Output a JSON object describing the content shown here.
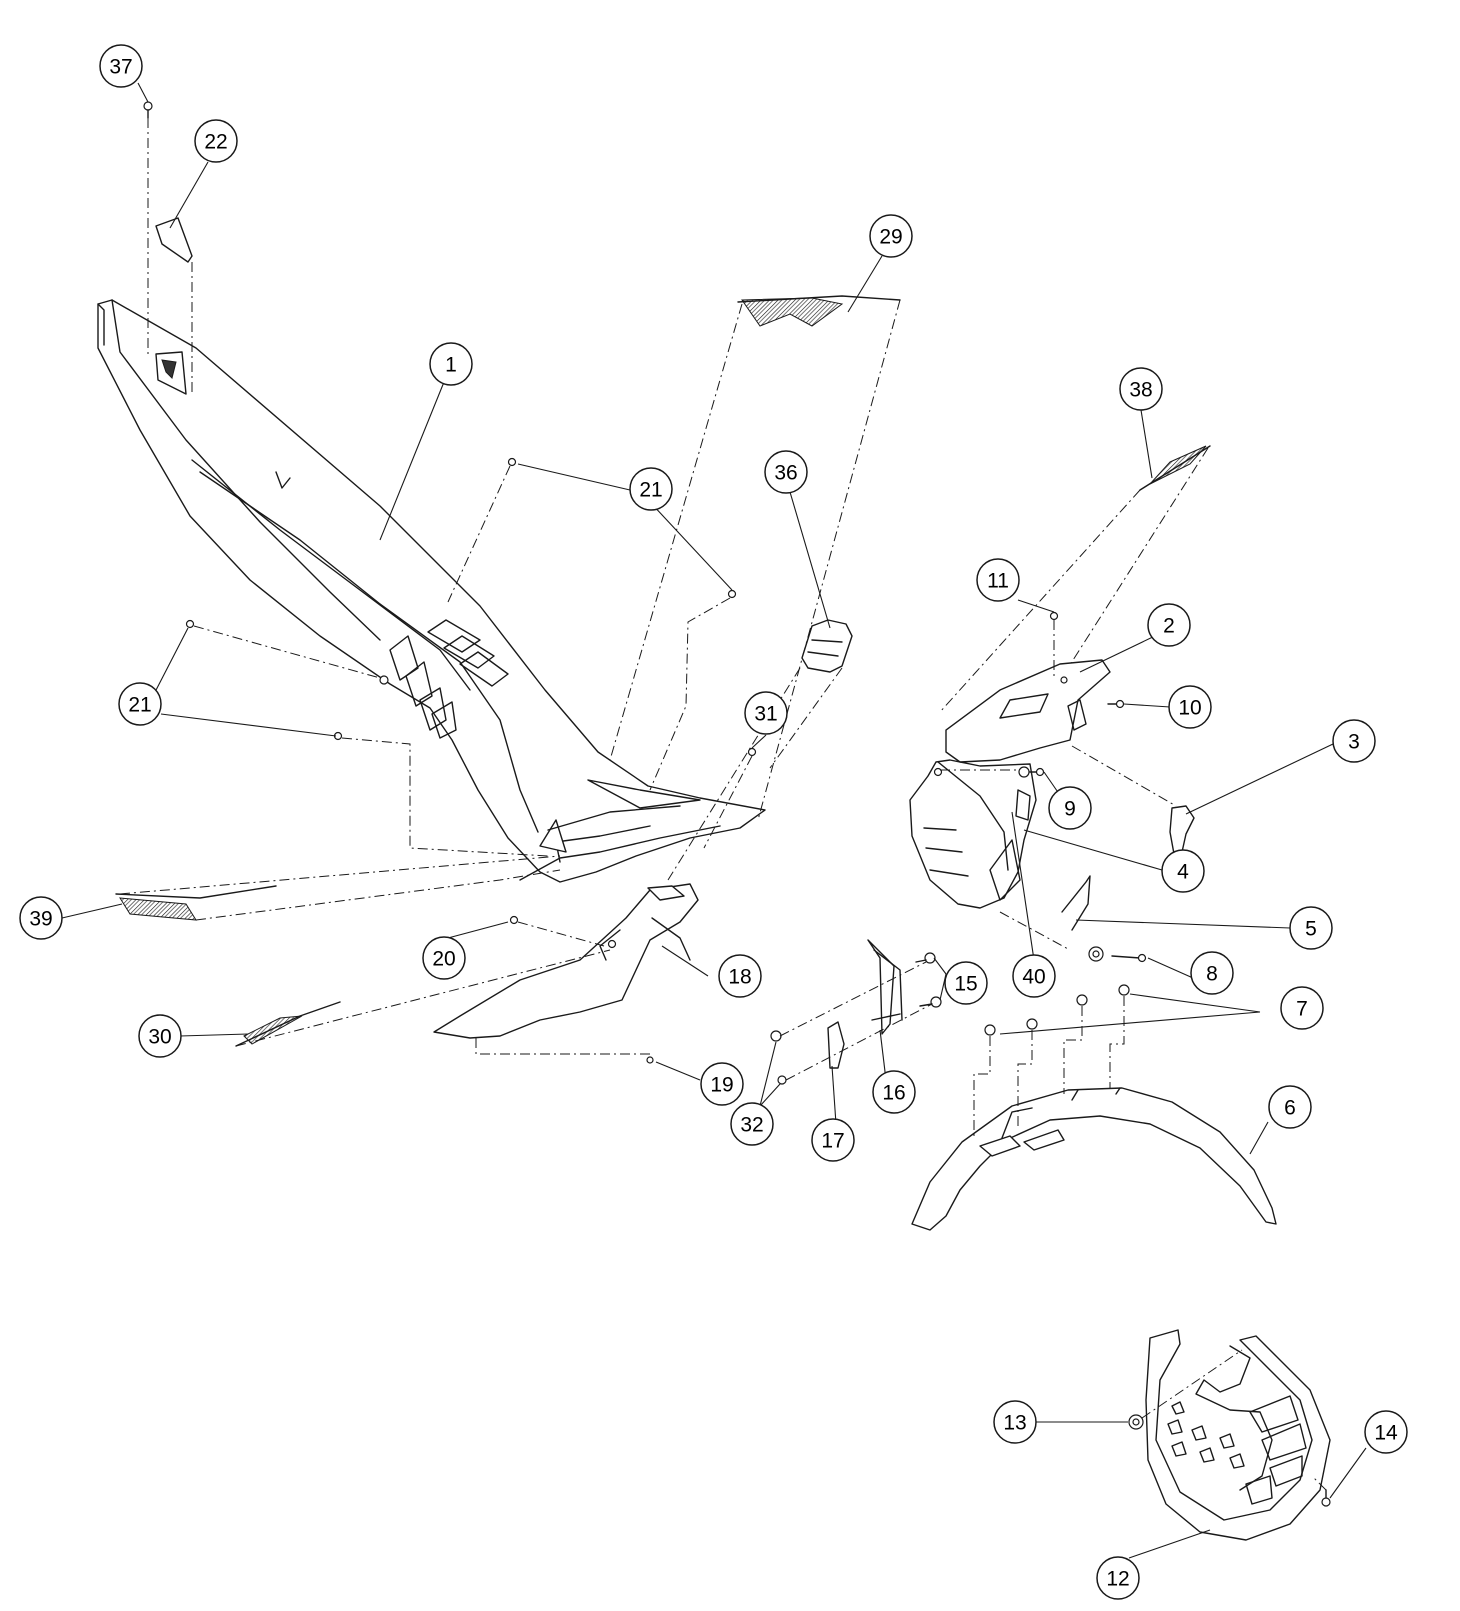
{
  "callouts": [
    {
      "label": "37"
    },
    {
      "label": "22"
    },
    {
      "label": "29"
    },
    {
      "label": "1"
    },
    {
      "label": "38"
    },
    {
      "label": "21"
    },
    {
      "label": "36"
    },
    {
      "label": "11"
    },
    {
      "label": "2"
    },
    {
      "label": "10"
    },
    {
      "label": "21"
    },
    {
      "label": "31"
    },
    {
      "label": "3"
    },
    {
      "label": "9"
    },
    {
      "label": "4"
    },
    {
      "label": "39"
    },
    {
      "label": "5"
    },
    {
      "label": "20"
    },
    {
      "label": "18"
    },
    {
      "label": "15"
    },
    {
      "label": "40"
    },
    {
      "label": "8"
    },
    {
      "label": "7"
    },
    {
      "label": "30"
    },
    {
      "label": "16"
    },
    {
      "label": "19"
    },
    {
      "label": "32"
    },
    {
      "label": "17"
    },
    {
      "label": "6"
    },
    {
      "label": "13"
    },
    {
      "label": "14"
    },
    {
      "label": "12"
    }
  ]
}
